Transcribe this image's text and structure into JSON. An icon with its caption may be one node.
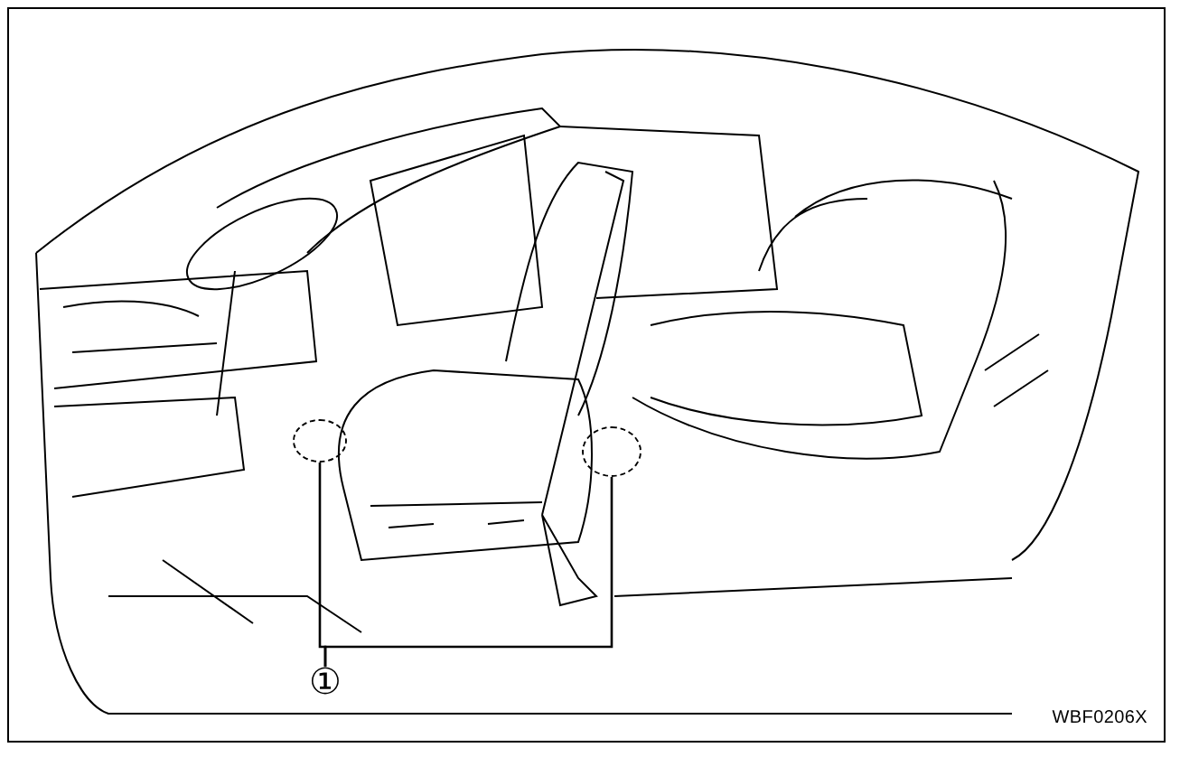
{
  "diagram": {
    "nodes": [
      {
        "text": [
          "①"
        ]
      },
      {
        "text": [],
        "shape": "circle"
      },
      {
        "text": [],
        "shape": "circle"
      }
    ],
    "edges": [
      {
        "from": 0,
        "to": 1,
        "arrow": "none"
      },
      {
        "from": 0,
        "to": 2,
        "arrow": "none"
      }
    ],
    "labels": [
      "WBF0206X"
    ]
  }
}
